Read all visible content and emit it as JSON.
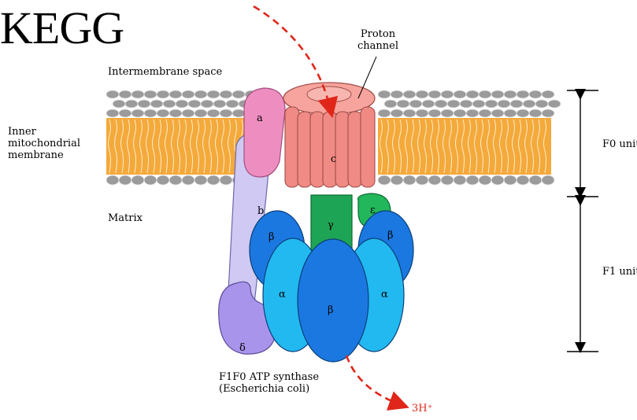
{
  "title": "KEGG",
  "compartments": {
    "intermembrane": "Intermembrane space",
    "inner_membrane": "Inner\nmitochondrial\nmembrane",
    "matrix": "Matrix"
  },
  "proton_channel": "Proton\nchannel",
  "units": {
    "f0": "F0 unit",
    "f1": "F1 unit"
  },
  "subunits": {
    "a": "a",
    "b": "b",
    "c": "c",
    "gamma": "γ",
    "epsilon": "ε",
    "delta": "δ",
    "alpha": "α",
    "beta": "β"
  },
  "caption": "F1F0 ATP synthase\n(Escherichia coli)",
  "product": "3H⁺",
  "colors": {
    "lipid_tail": "#f4a93a",
    "lipid_head": "#9b9b9b",
    "subunit_c": "#f08a84",
    "subunit_a": "#ee8ec0",
    "subunit_b": "#cfc9f3",
    "subunit_gamma": "#1ea455",
    "subunit_epsilon": "#23b75c",
    "subunit_delta": "#a994ec",
    "subunit_alpha": "#22b9f0",
    "subunit_beta": "#1b78e0",
    "arrow": "#e0261a"
  }
}
